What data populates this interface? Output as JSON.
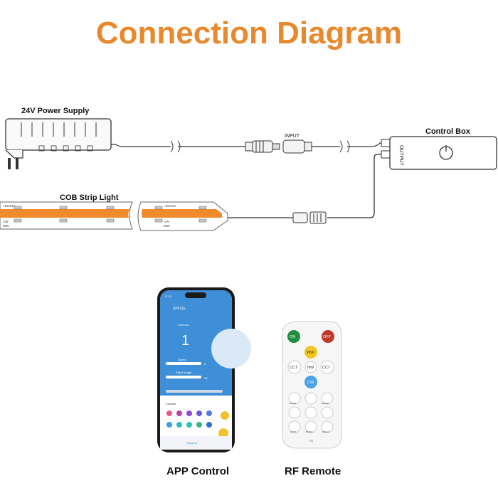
{
  "title": "Connection Diagram",
  "labels": {
    "power_supply": "24V Power Supply",
    "strip": "COB Strip Light",
    "control_box": "Control Box",
    "input": "INPUT",
    "output": "OUTPUT"
  },
  "strip_marks": {
    "v24": "+DC24V",
    "cw": "CW",
    "ww": "WW"
  },
  "phone": {
    "time": "17:22",
    "device_name": "SP611E",
    "mode_name": "Rainbow",
    "mode_number": "1",
    "speed_label": "Speed",
    "speed_value": "8",
    "effect_label": "Effect length",
    "effect_value": "26",
    "favorite_label": "Favorite",
    "tab_label": "Dynamic"
  },
  "remote": {
    "on": "ON",
    "off": "OFF",
    "ww": "WW",
    "cct_left": "CCT",
    "cct_right": "CCT",
    "nw": "NW",
    "cw": "CW",
    "mode": "MODE",
    "auto": "AUTO",
    "music": "MUSIC",
    "delay": "DELAY",
    "speed": "SPEED",
    "brand": "R2"
  },
  "captions": {
    "app": "APP Control",
    "rf": "RF Remote"
  },
  "colors": {
    "title": "#E8892E",
    "strip_orange": "#F08A2C",
    "phone_blue": "#3F8FD8",
    "remote_on": "#1E8E3E",
    "remote_off": "#C0392B",
    "remote_ww": "#F3C623",
    "remote_cw": "#4AA3E8"
  }
}
